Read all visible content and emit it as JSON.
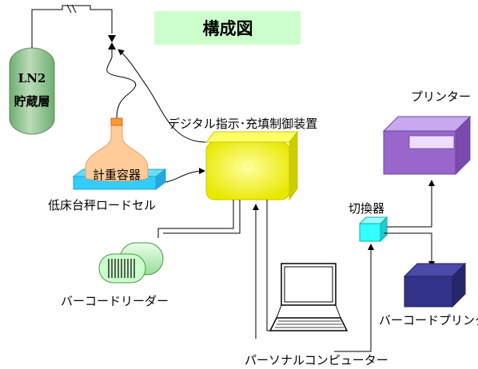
{
  "title": "構成図",
  "tank": {
    "line1": "LN2",
    "line2": "貯蔵層"
  },
  "labels": {
    "controller": "デジタル指示･充填制御装置",
    "vessel": "計重容器",
    "loadcell": "低床台秤ロードセル",
    "reader": "バーコードリーダー",
    "pc": "パーソナルコンピューター",
    "switcher": "切換器",
    "printer": "プリンター",
    "barcode_printer": "バーコードプリンター"
  },
  "colors": {
    "title_bg": "#ccffcc",
    "tank": "#99cc99",
    "controller": "#ffff33",
    "vessel": "#ffcc99",
    "vessel_neck": "#ff9933",
    "loadcell": "#33ccff",
    "reader": "#ccffcc",
    "switcher": "#33ffff",
    "printer": "#9966cc",
    "barcode_printer": "#33338a"
  }
}
